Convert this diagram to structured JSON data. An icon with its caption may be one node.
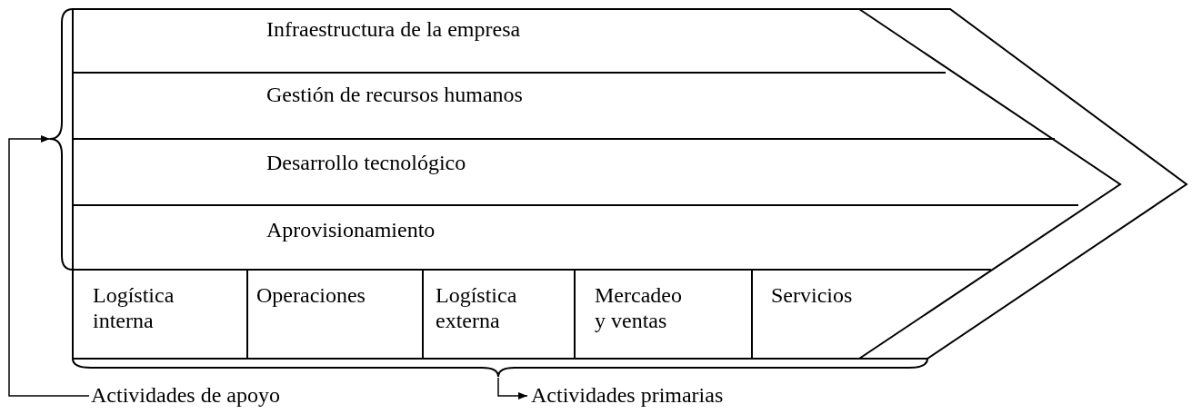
{
  "diagram": {
    "nodes": [
      {
        "text": [
          "Infraestructura de la empresa"
        ]
      },
      {
        "text": [
          "Gestión de recursos humanos"
        ]
      },
      {
        "text": [
          "Desarrollo tecnológico"
        ]
      },
      {
        "text": [
          "Aprovisionamiento"
        ]
      },
      {
        "text": [
          "Logística interna"
        ]
      },
      {
        "text": [
          "Operaciones"
        ]
      },
      {
        "text": [
          "Logística externa"
        ]
      },
      {
        "text": [
          "Mercadeo y ventas"
        ]
      },
      {
        "text": [
          "Servicios"
        ]
      },
      {
        "text": [
          "Actividades de apoyo"
        ]
      },
      {
        "text": [
          "Actividades primarias"
        ]
      },
      {
        "text": [],
        "shape": "brace"
      },
      {
        "text": [],
        "shape": "brace"
      }
    ],
    "edges": [
      {
        "from": 9,
        "to": 11,
        "arrow": "to"
      },
      {
        "from": 12,
        "to": 10,
        "arrow": "to"
      }
    ]
  }
}
